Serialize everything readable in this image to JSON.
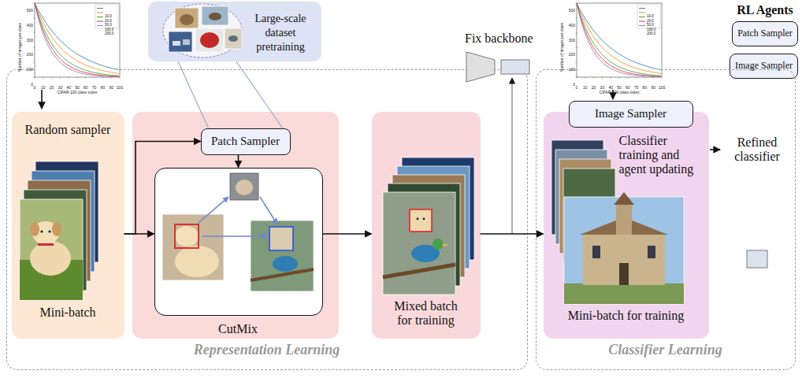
{
  "diagram": {
    "nodes": [
      {
        "text": [
          "Large-scale dataset pretraining"
        ]
      },
      {
        "text": [
          "Patch Sampler"
        ]
      },
      {
        "text": [
          "Image Sampler"
        ]
      },
      {
        "text": [
          "Representation Learning"
        ]
      },
      {
        "text": [
          "Random sampler",
          "Mini-batch"
        ],
        "in": 3
      },
      {
        "text": [
          "Patch Sampler"
        ],
        "in": 3
      },
      {
        "text": [
          "CutMix"
        ],
        "in": 3
      },
      {
        "text": [
          "Mixed batch for training"
        ],
        "in": 3
      },
      {
        "text": [
          "Classifier Learning"
        ]
      },
      {
        "text": [
          "Classifier training and agent updating",
          "Mini-batch for training"
        ],
        "in": 8
      },
      {
        "text": [
          "Image Sampler"
        ],
        "in": 9
      }
    ],
    "edges": [
      {
        "from": 0,
        "to": 5,
        "arrow": "none"
      },
      {
        "from": 4,
        "to": 5,
        "arrow": "to"
      },
      {
        "from": 4,
        "to": 6,
        "arrow": "to"
      },
      {
        "from": 5,
        "to": 6,
        "arrow": "to"
      },
      {
        "from": 6,
        "to": 7,
        "arrow": "to"
      },
      {
        "from": 7,
        "to": 9,
        "arrow": "to"
      }
    ],
    "labels": [
      "Number of images per class",
      "CIFAR-100 class index",
      "0",
      "100",
      "200",
      "300",
      "400",
      "500",
      "0",
      "10",
      "20",
      "30",
      "40",
      "50",
      "60",
      "70",
      "80",
      "90",
      "100",
      "Fix backbone",
      "Number of images per class",
      "CIFAR-100 class index",
      "0",
      "100",
      "200",
      "300",
      "400",
      "500",
      "0",
      "10",
      "20",
      "30",
      "40",
      "50",
      "60",
      "70",
      "80",
      "90",
      "100",
      "RL Agents",
      "Refined classifier"
    ],
    "legend": [
      {
        "text": "10.0"
      },
      {
        "text": "20.0"
      },
      {
        "text": "50.0"
      },
      {
        "text": "100.0"
      },
      {
        "text": "200.0"
      },
      {
        "text": "10.0"
      },
      {
        "text": "20.0"
      },
      {
        "text": "50.0"
      },
      {
        "text": "100.0"
      },
      {
        "text": "200.0"
      }
    ]
  }
}
